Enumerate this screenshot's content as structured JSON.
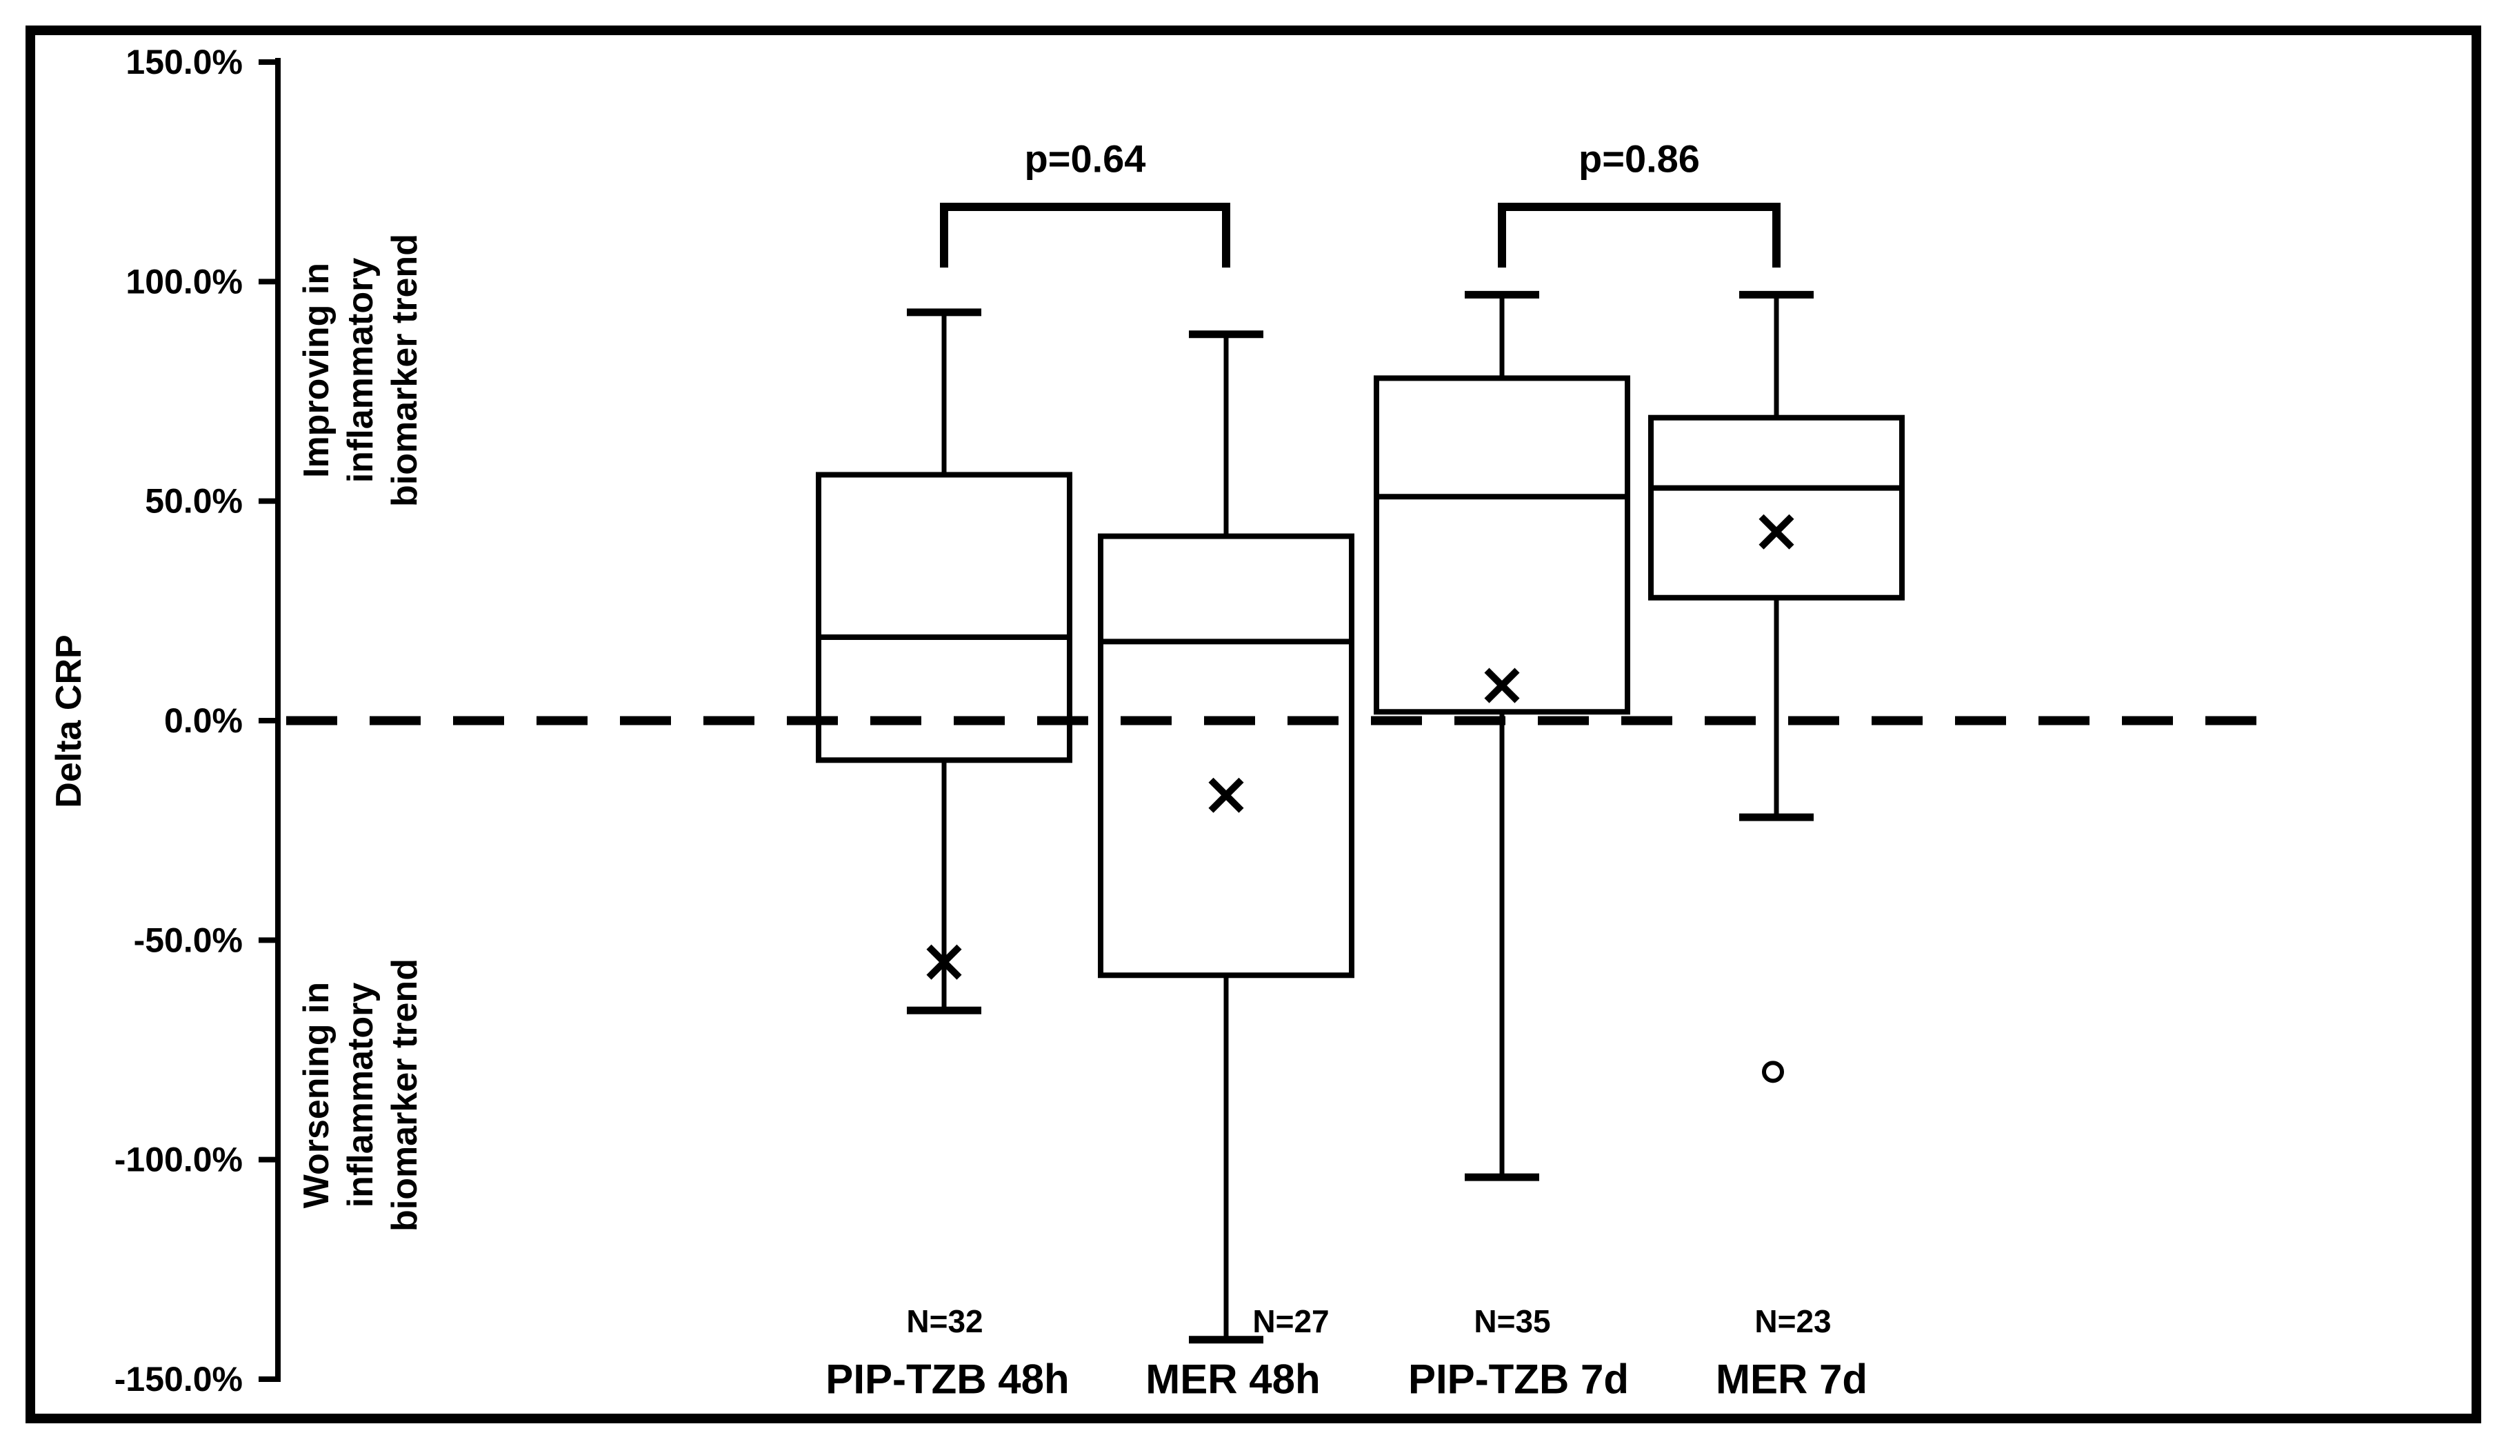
{
  "chart_data": {
    "type": "boxplot",
    "title": "",
    "ylabel": "Delta CRP",
    "y_axis": {
      "min": -150,
      "max": 150,
      "tick_step": 50,
      "unit": "percent",
      "tick_labels": [
        "150.0%",
        "100.0%",
        "50.0%",
        "0.0%",
        "-50.0%",
        "-100.0%",
        "-150.0%"
      ]
    },
    "zero_line": {
      "value": 0,
      "style": "dashed"
    },
    "annotations": {
      "improving": {
        "lines": [
          "Improving in",
          "inflammatory",
          "biomarker trend"
        ],
        "region": "above-zero"
      },
      "worsening": {
        "lines": [
          "Worsening in",
          "inflammatory",
          "biomarker trend"
        ],
        "region": "below-zero"
      }
    },
    "groups": [
      {
        "label": "PIP-TZB 48h",
        "n_label": "N=32",
        "n": 32,
        "whisker_low": -66,
        "q1": -9,
        "median": 19,
        "q3": 56,
        "whisker_high": 93,
        "mean": -55,
        "outliers": []
      },
      {
        "label": "MER 48h",
        "n_label": "N=27",
        "n": 27,
        "whisker_low": -141,
        "q1": -58,
        "median": 18,
        "q3": 42,
        "whisker_high": 88,
        "mean": -17,
        "outliers": []
      },
      {
        "label": "PIP-TZB 7d",
        "n_label": "N=35",
        "n": 35,
        "whisker_low": -104,
        "q1": 2,
        "median": 51,
        "q3": 78,
        "whisker_high": 97,
        "mean": 8,
        "outliers": []
      },
      {
        "label": "MER 7d",
        "n_label": "N=23",
        "n": 23,
        "whisker_low": -22,
        "q1": 28,
        "median": 53,
        "q3": 69,
        "whisker_high": 97,
        "mean": 43,
        "outliers": [
          -80
        ]
      }
    ],
    "comparisons": [
      {
        "group_indexes": [
          0,
          1
        ],
        "label": "p=0.64"
      },
      {
        "group_indexes": [
          2,
          3
        ],
        "label": "p=0.86"
      }
    ],
    "colors": {
      "stroke": "#000000",
      "background": "#ffffff"
    }
  }
}
